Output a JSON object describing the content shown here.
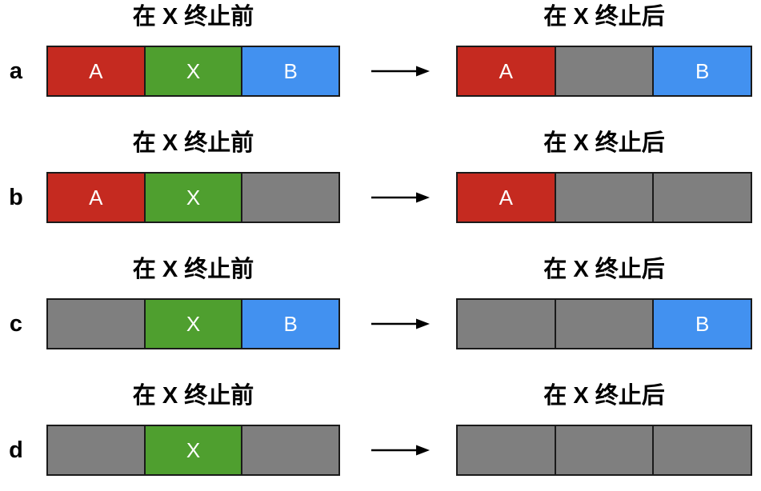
{
  "headers": {
    "before": "在 X 终止前",
    "after": "在 X 终止后"
  },
  "colors": {
    "red": "#c52a20",
    "green": "#4f9f2f",
    "blue": "#4291f0",
    "gray": "#7f7f7f",
    "border": "#1a1a1a",
    "segment_text": "#ffffff"
  },
  "icons": {
    "right_arrow": "→"
  },
  "rows": [
    {
      "label": "a",
      "before": [
        {
          "text": "A",
          "color": "red"
        },
        {
          "text": "X",
          "color": "green"
        },
        {
          "text": "B",
          "color": "blue"
        }
      ],
      "after": [
        {
          "text": "A",
          "color": "red"
        },
        {
          "text": "",
          "color": "gray"
        },
        {
          "text": "B",
          "color": "blue"
        }
      ]
    },
    {
      "label": "b",
      "before": [
        {
          "text": "A",
          "color": "red"
        },
        {
          "text": "X",
          "color": "green"
        },
        {
          "text": "",
          "color": "gray"
        }
      ],
      "after": [
        {
          "text": "A",
          "color": "red"
        },
        {
          "text": "",
          "color": "gray"
        },
        {
          "text": "",
          "color": "gray"
        }
      ]
    },
    {
      "label": "c",
      "before": [
        {
          "text": "",
          "color": "gray"
        },
        {
          "text": "X",
          "color": "green"
        },
        {
          "text": "B",
          "color": "blue"
        }
      ],
      "after": [
        {
          "text": "",
          "color": "gray"
        },
        {
          "text": "",
          "color": "gray"
        },
        {
          "text": "B",
          "color": "blue"
        }
      ]
    },
    {
      "label": "d",
      "before": [
        {
          "text": "",
          "color": "gray"
        },
        {
          "text": "X",
          "color": "green"
        },
        {
          "text": "",
          "color": "gray"
        }
      ],
      "after": [
        {
          "text": "",
          "color": "gray"
        },
        {
          "text": "",
          "color": "gray"
        },
        {
          "text": "",
          "color": "gray"
        }
      ]
    }
  ]
}
